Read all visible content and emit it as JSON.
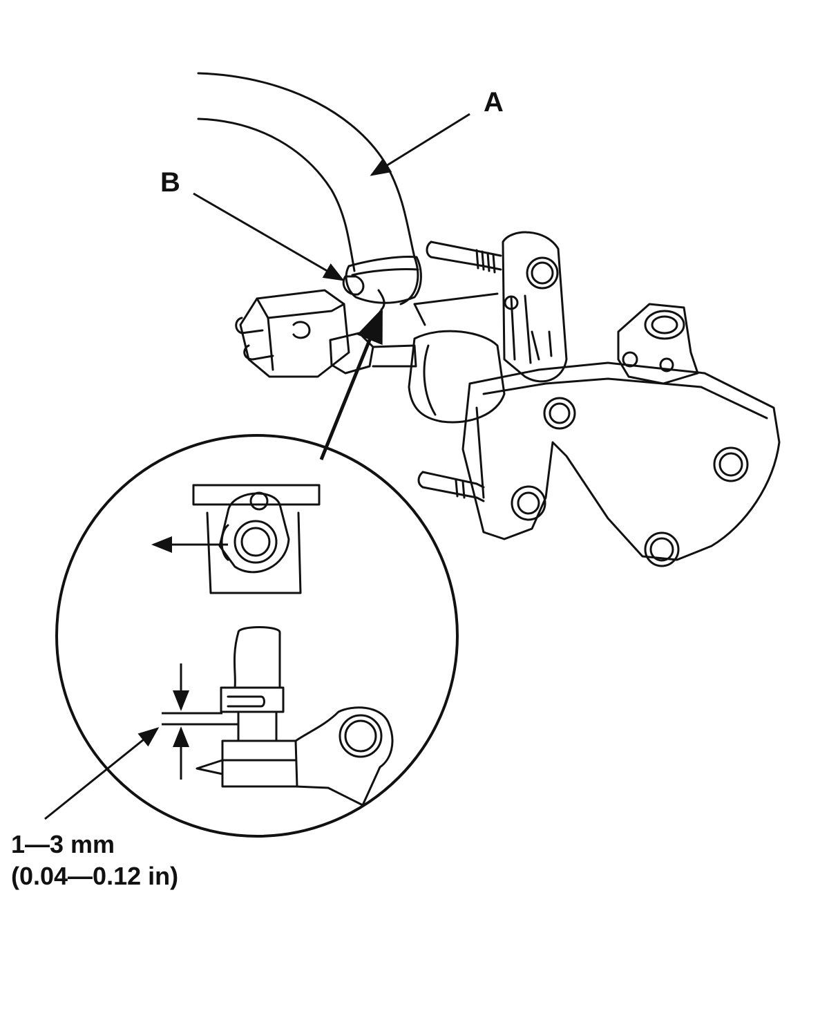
{
  "callouts": {
    "a": "A",
    "b": "B"
  },
  "dimension": {
    "metric": "1—3 mm",
    "imperial": "(0.04—0.12 in)"
  },
  "colors": {
    "ink": "#111111",
    "background": "#ffffff"
  }
}
